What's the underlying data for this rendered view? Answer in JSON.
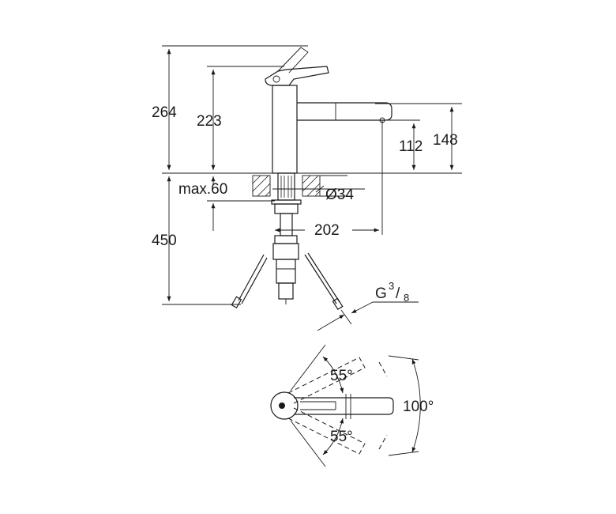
{
  "dimensions": {
    "h264": "264",
    "h223": "223",
    "h148": "148",
    "h112": "112",
    "h450": "450",
    "max60": "max.60",
    "dia34": "Ø34",
    "reach202": "202"
  },
  "thread": {
    "prefix": "G",
    "num": "3",
    "sep": "/",
    "den": "8"
  },
  "angles": {
    "upper": "55°",
    "lower": "55°",
    "total": "100°"
  }
}
